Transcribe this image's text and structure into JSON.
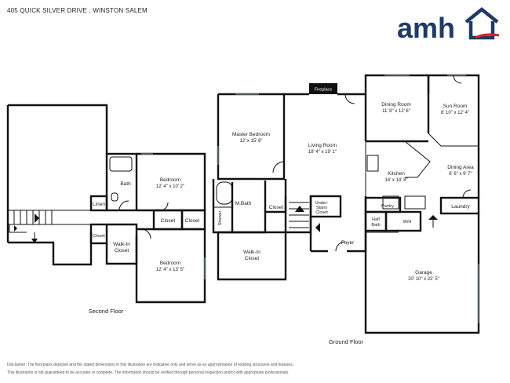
{
  "header": {
    "address": "405 QUICK SILVER DRIVE , WINSTON SALEM"
  },
  "logo": {
    "text": "amh",
    "brand_color": "#1f3a66",
    "accent_color": "#d4202a"
  },
  "floors": {
    "second": {
      "label": "Second Floor",
      "rooms": {
        "bedroom1": {
          "name": "Bedroom",
          "dims": "12' 4\" x 10' 2\""
        },
        "bath": {
          "name": "Bath"
        },
        "linen": {
          "name": "Linen"
        },
        "closet1": {
          "name": "Closet"
        },
        "closet2": {
          "name": "Closet"
        },
        "closet3": {
          "name": "Closet"
        },
        "walkin": {
          "name": "Walk-In\nCloset",
          "line1": "Walk-In",
          "line2": "Closet"
        },
        "bedroom2": {
          "name": "Bedroom",
          "dims": "12' 4\" x 13' 5\""
        }
      }
    },
    "ground": {
      "label": "Ground Floor",
      "fireplace": "Fireplace",
      "rooms": {
        "master": {
          "name": "Master Bedroom",
          "dims": "12' x 15' 6\""
        },
        "living": {
          "name": "Living Room",
          "dims": "18' 4\" x 19' 1\""
        },
        "dining": {
          "name": "Dining Room",
          "dims": "11' 8\" x 12' 6\""
        },
        "sun": {
          "name": "Sun Room",
          "dims": "8' 10\" x 12' 4\""
        },
        "kitchen": {
          "name": "Kitchen",
          "dims": "14' x 14' 8\""
        },
        "dining_area": {
          "name": "Dining Area",
          "dims": "6' 6\" x 9' 7\""
        },
        "mbath": {
          "name": "M.Bath"
        },
        "shower": {
          "name": "Shower"
        },
        "closet": {
          "name": "Closet"
        },
        "understairs": {
          "line1": "Under-",
          "line2": "Stairs",
          "line3": "Closet"
        },
        "pantry": {
          "name": "Pantry"
        },
        "laundry": {
          "name": "Laundry"
        },
        "halfbath": {
          "line1": "Half",
          "line2": "Bath"
        },
        "wh": {
          "name": "W/H"
        },
        "walkin": {
          "line1": "Walk-In",
          "line2": "Closet"
        },
        "foyer": {
          "name": "Foyer"
        },
        "garage": {
          "name": "Garage",
          "dims": "20' 10\" x 22' 5\""
        }
      }
    }
  },
  "disclaimer": {
    "line1": "Disclaimer: The floorplans depicted and the stated dimensions in this illustration are indicative only and serve as an approximation of existing structures and features.",
    "line2": "This illustration is not guaranteed to be accurate or complete. The information should be verified through personal inspection and/or with appropriate professionals."
  }
}
